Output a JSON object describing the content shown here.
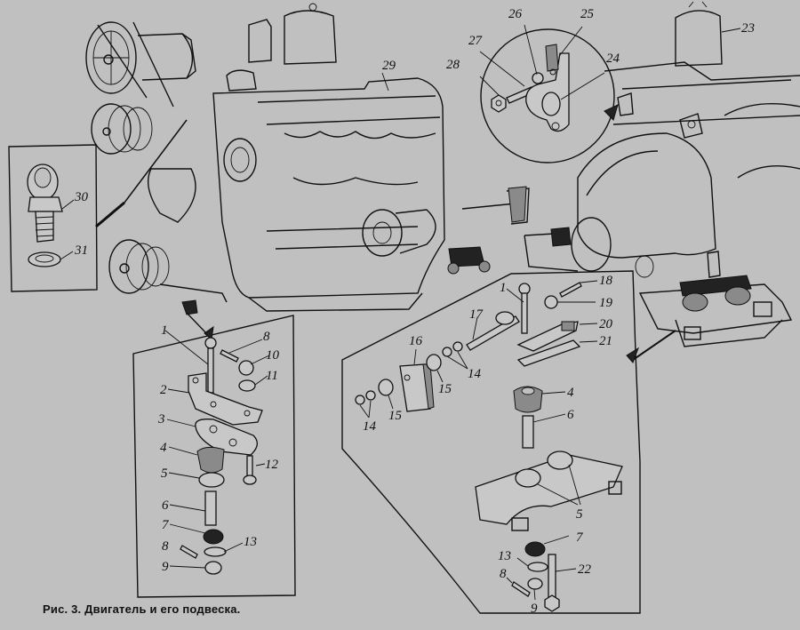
{
  "caption": "Рис. 3. Двигатель и его подвеска.",
  "colors": {
    "background": "#c0c0c0",
    "ink": "#111111"
  },
  "views": {
    "engine_left": {
      "labels": [
        "29"
      ]
    },
    "engine_right": {
      "labels": [
        "23"
      ]
    },
    "inset_circle": {
      "labels": [
        "28",
        "27",
        "26",
        "25",
        "24"
      ]
    },
    "inset_eyebolt": {
      "labels": [
        "30",
        "31"
      ]
    },
    "front_mount": {
      "labels": [
        "1",
        "8",
        "10",
        "11",
        "2",
        "3",
        "4",
        "5",
        "12",
        "6",
        "7",
        "13",
        "8",
        "9"
      ]
    },
    "rear_mount": {
      "labels": [
        "1",
        "18",
        "19",
        "17",
        "20",
        "21",
        "16",
        "14",
        "15",
        "15",
        "14",
        "4",
        "6",
        "5",
        "7",
        "13",
        "22",
        "8",
        "9"
      ]
    }
  }
}
